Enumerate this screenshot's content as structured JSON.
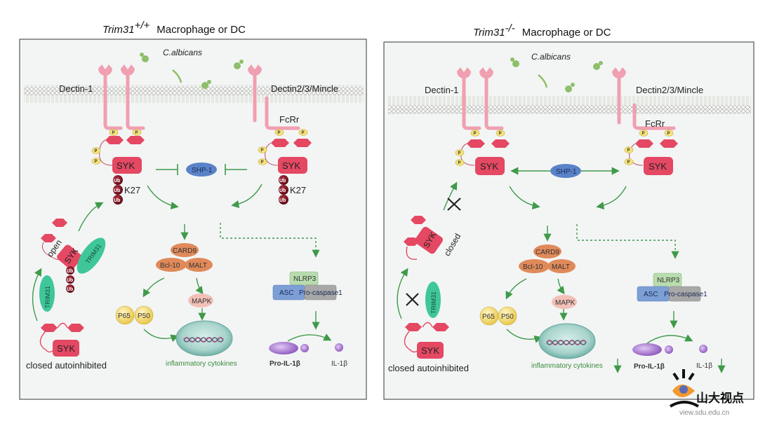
{
  "panels": [
    {
      "id": "wildtype",
      "genotype": "Trim31",
      "genotype_sup": "+/+",
      "cell_type": "Macrophage or DC",
      "pathogen": "C.albicans",
      "receptor_left": "Dectin-1",
      "receptor_right": "Dectin2/3/Mincle",
      "adaptor": "FcRr",
      "kinase": "SYK",
      "ub_label": "Ub",
      "ub_linkage": "K27",
      "phospho_label": "P",
      "phosphatase": "SHP-1",
      "shp1_relation": "inhibited",
      "signalosome": [
        "CARD9",
        "Bcl-10",
        "MALT"
      ],
      "mapk": "MAPK",
      "nfkb": [
        "P65",
        "P50"
      ],
      "output_label": "inflammatory cytokines",
      "inflammasome": {
        "top": "NLRP3",
        "left": "ASC",
        "right": "Pro-caspase1"
      },
      "pro_cytokine": "Pro-IL-1β",
      "cytokine": "IL-1β",
      "trim31": "TRIM31",
      "open_label": "open",
      "closed_label": "closed autoinhibited",
      "blocked_arrows": false,
      "decreased_output": false
    },
    {
      "id": "knockout",
      "genotype": "Trim31",
      "genotype_sup": "-/-",
      "cell_type": "Macrophage or DC",
      "pathogen": "C.albicans",
      "receptor_left": "Dectin-1",
      "receptor_right": "Dectin2/3/Mincle",
      "adaptor": "FcRr",
      "kinase": "SYK",
      "phospho_label": "P",
      "phosphatase": "SHP-1",
      "shp1_relation": "acts on SYK",
      "signalosome": [
        "CARD9",
        "Bcl-10",
        "MALT"
      ],
      "mapk": "MAPK",
      "nfkb": [
        "P65",
        "P50"
      ],
      "output_label": "inflammatory cytokines",
      "inflammasome": {
        "top": "NLRP3",
        "left": "ASC",
        "right": "Pro-caspase1"
      },
      "pro_cytokine": "Pro-IL-1β",
      "cytokine": "IL-1β",
      "trim31": "TRIM31",
      "closed_state_label": "closed",
      "closed_label": "closed autoinhibited",
      "blocked_arrows": true,
      "decreased_output": true
    }
  ],
  "watermark": {
    "name": "山大视点",
    "url": "view.sdu.edu.cn"
  },
  "colors": {
    "receptor": "#f0a0b0",
    "syk": "#e44862",
    "ub": "#7a1020",
    "phospho": "#f4e27a",
    "shp1": "#5a82c8",
    "arrow": "#3f9a4a",
    "card9": "#e08a5a",
    "mapk": "#f2c0b8",
    "nfkb": "#f2cf55",
    "nucleus": "#8fc8c0",
    "nlrp3": "#b8dcae",
    "asc": "#7c9fd6",
    "caspase": "#a8a8a8",
    "il1b": "#9b6ac8",
    "trim31": "#3fc79a",
    "panel_bg": "#f3f5f5"
  }
}
